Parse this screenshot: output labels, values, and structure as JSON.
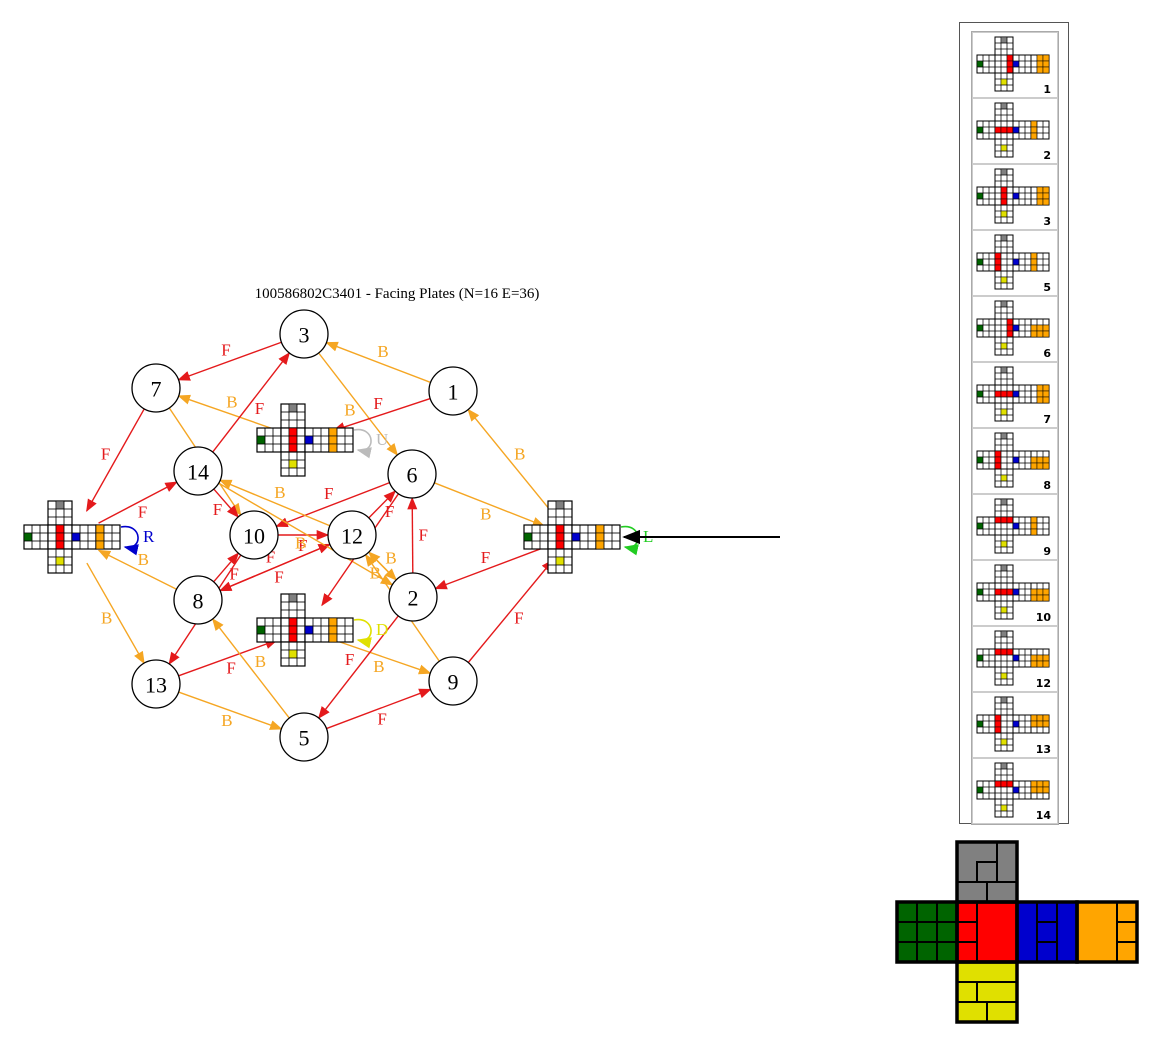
{
  "title": "100586802C3401 - Facing Plates (N=16 E=36)",
  "colors": {
    "front": "#ff0000",
    "back": "#ffa500",
    "left": "#006400",
    "right": "#0000cd",
    "up": "#808080",
    "down": "#e0e000",
    "edge_F": "#e41a1c",
    "edge_B": "#f5a623",
    "edge_R": "#0000cd",
    "edge_L": "#22cc22",
    "edge_U": "#bbbbbb",
    "edge_D": "#e0e000"
  },
  "nodes": [
    {
      "id": "1",
      "label": "1"
    },
    {
      "id": "2",
      "label": "2"
    },
    {
      "id": "3",
      "label": "3"
    },
    {
      "id": "5",
      "label": "5"
    },
    {
      "id": "6",
      "label": "6"
    },
    {
      "id": "7",
      "label": "7"
    },
    {
      "id": "8",
      "label": "8"
    },
    {
      "id": "9",
      "label": "9"
    },
    {
      "id": "10",
      "label": "10"
    },
    {
      "id": "12",
      "label": "12"
    },
    {
      "id": "13",
      "label": "13"
    },
    {
      "id": "14",
      "label": "14"
    }
  ],
  "cube_nodes": [
    {
      "id": "cubeR",
      "loop": "R"
    },
    {
      "id": "cubeL",
      "loop": "L"
    },
    {
      "id": "cubeU",
      "loop": "U"
    },
    {
      "id": "cubeD",
      "loop": "D"
    }
  ],
  "edges": [
    {
      "from": "3",
      "to": "7",
      "label": "F"
    },
    {
      "from": "1",
      "to": "3",
      "label": "B"
    },
    {
      "from": "3",
      "to": "6",
      "label": "B"
    },
    {
      "from": "1",
      "to": "cubeU",
      "label": "F"
    },
    {
      "from": "cubeU",
      "to": "7",
      "label": "B"
    },
    {
      "from": "7",
      "to": "cubeR",
      "label": "F"
    },
    {
      "from": "7",
      "to": "10",
      "label": "B"
    },
    {
      "from": "14",
      "to": "3",
      "label": "F"
    },
    {
      "from": "cubeR",
      "to": "14",
      "label": "F"
    },
    {
      "from": "6",
      "to": "cubeL",
      "label": "B"
    },
    {
      "from": "cubeL",
      "to": "1",
      "label": "B"
    },
    {
      "from": "6",
      "to": "10",
      "label": "F"
    },
    {
      "from": "12",
      "to": "14",
      "label": "B"
    },
    {
      "from": "12",
      "to": "6",
      "label": "F"
    },
    {
      "from": "10",
      "to": "12",
      "label": "F"
    },
    {
      "from": "12",
      "to": "2",
      "label": "B"
    },
    {
      "from": "cubeL",
      "to": "2",
      "label": "F"
    },
    {
      "from": "8",
      "to": "cubeR",
      "label": "B"
    },
    {
      "from": "10",
      "to": "13",
      "label": "F"
    },
    {
      "from": "8",
      "to": "12",
      "label": "F"
    },
    {
      "from": "2",
      "to": "12",
      "label": "B"
    },
    {
      "from": "13",
      "to": "cubeD",
      "label": "F"
    },
    {
      "from": "cubeD",
      "to": "9",
      "label": "B"
    },
    {
      "from": "2",
      "to": "5",
      "label": "F"
    },
    {
      "from": "9",
      "to": "cubeL",
      "label": "F"
    },
    {
      "from": "5",
      "to": "9",
      "label": "F"
    },
    {
      "from": "13",
      "to": "5",
      "label": "B"
    },
    {
      "from": "5",
      "to": "8",
      "label": "B"
    },
    {
      "from": "cubeR",
      "to": "13",
      "label": "B"
    },
    {
      "from": "14",
      "to": "2",
      "label": "B"
    },
    {
      "from": "2",
      "to": "6",
      "label": "F"
    },
    {
      "from": "8",
      "to": "10",
      "label": "F"
    },
    {
      "from": "14",
      "to": "10",
      "label": "F"
    },
    {
      "from": "12",
      "to": "8",
      "label": "F"
    },
    {
      "from": "9",
      "to": "12",
      "label": "B"
    },
    {
      "from": "6",
      "to": "cubeD",
      "label": "F"
    }
  ],
  "legend": {
    "items": [
      "1",
      "2",
      "3",
      "5",
      "6",
      "7",
      "8",
      "9",
      "10",
      "12",
      "13",
      "14"
    ]
  }
}
